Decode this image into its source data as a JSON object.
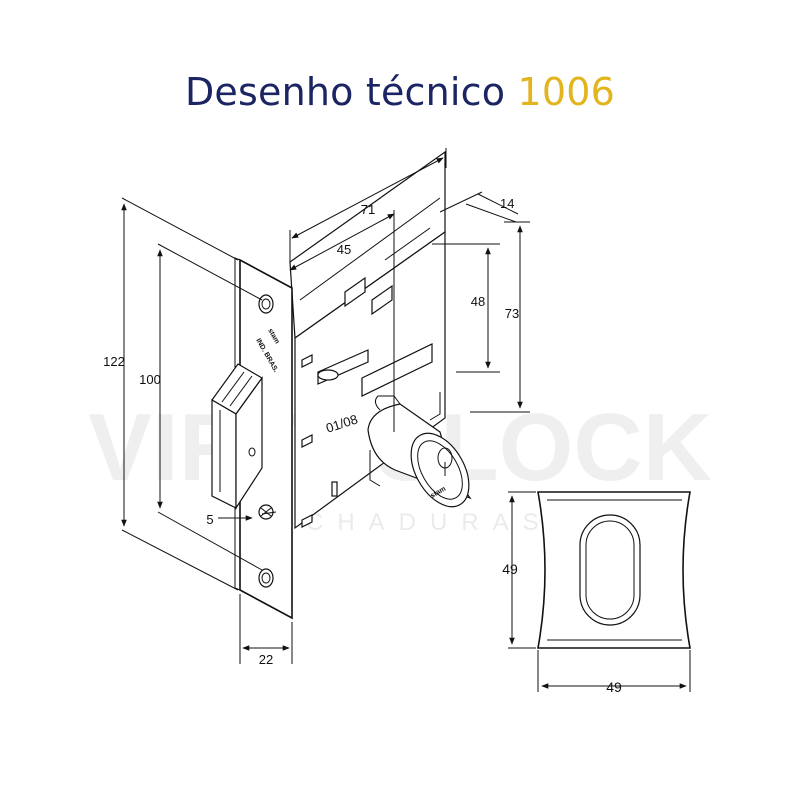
{
  "title": {
    "main": "Desenho técnico",
    "accent": "1006"
  },
  "colors": {
    "title_main": "#1b2563",
    "title_accent": "#e2b51f",
    "lines": "#111111"
  },
  "watermark": {
    "brand": "VIRTUSLOCK",
    "sub": "FECHADURAS"
  },
  "engraving": {
    "brand": "stam",
    "origin": "IND. BRAS.",
    "code": "01/08",
    "cylinder_brand": "stam"
  },
  "dimensions": {
    "height_total": "122",
    "height_inner": "100",
    "depth_total": "71",
    "depth_backset": "45",
    "cylinder_offset": "14",
    "cylinder_height": "48",
    "case_height": "73",
    "latch_gap": "5",
    "faceplate_width": "22",
    "rosette_height": "49",
    "rosette_width": "49"
  }
}
